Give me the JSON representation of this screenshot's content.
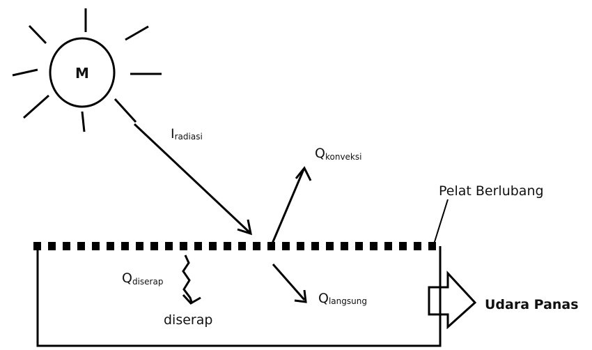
{
  "sun": {
    "label": "M"
  },
  "labels": {
    "i_main": "I",
    "i_sub": "radiasi",
    "q_konveksi_main": "Q",
    "q_konveksi_sub": "konveksi",
    "q_langsung_main": "Q",
    "q_langsung_sub": "langsung",
    "q_diserap_main": "Q",
    "q_diserap_sub": "diserap",
    "diserap": "diserap",
    "pelat": "Pelat Berlubang",
    "udara": "Udara Panas"
  }
}
